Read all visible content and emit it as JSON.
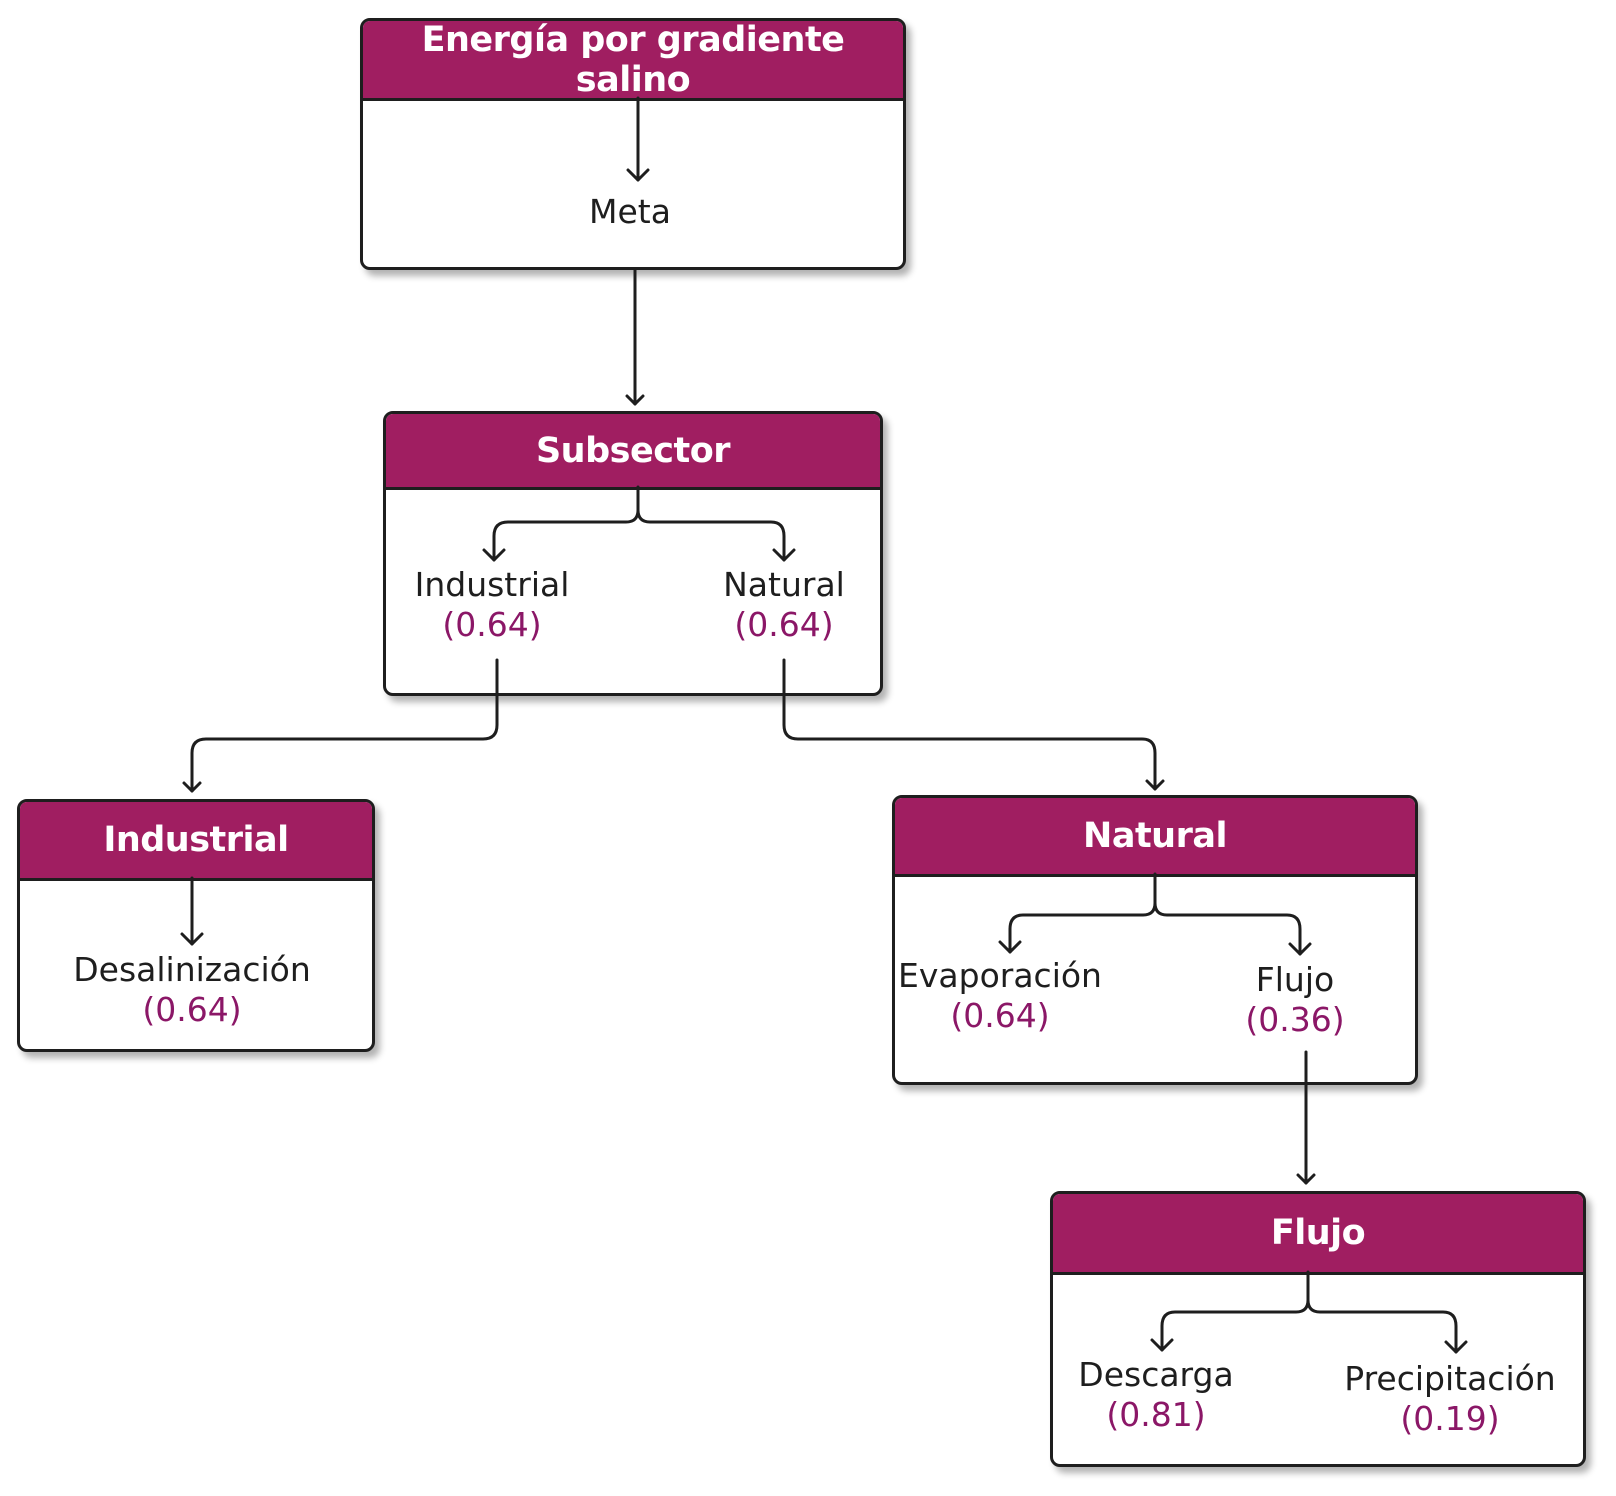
{
  "diagram": {
    "goal": {
      "header": "Energía por gradiente salino",
      "label": "Meta"
    },
    "subsector": {
      "header": "Subsector",
      "children": [
        {
          "label": "Industrial",
          "value": "(0.64)"
        },
        {
          "label": "Natural",
          "value": "(0.64)"
        }
      ]
    },
    "industrial": {
      "header": "Industrial",
      "children": [
        {
          "label": "Desalinización",
          "value": "(0.64)"
        }
      ]
    },
    "natural": {
      "header": "Natural",
      "children": [
        {
          "label": "Evaporación",
          "value": "(0.64)"
        },
        {
          "label": "Flujo",
          "value": "(0.36)"
        }
      ]
    },
    "flujo": {
      "header": "Flujo",
      "children": [
        {
          "label": "Descarga",
          "value": "(0.81)"
        },
        {
          "label": "Precipitación",
          "value": "(0.19)"
        }
      ]
    }
  },
  "colors": {
    "header_bg": "#a01e61",
    "value_text": "#8b1767",
    "border": "#1e1e1e"
  }
}
